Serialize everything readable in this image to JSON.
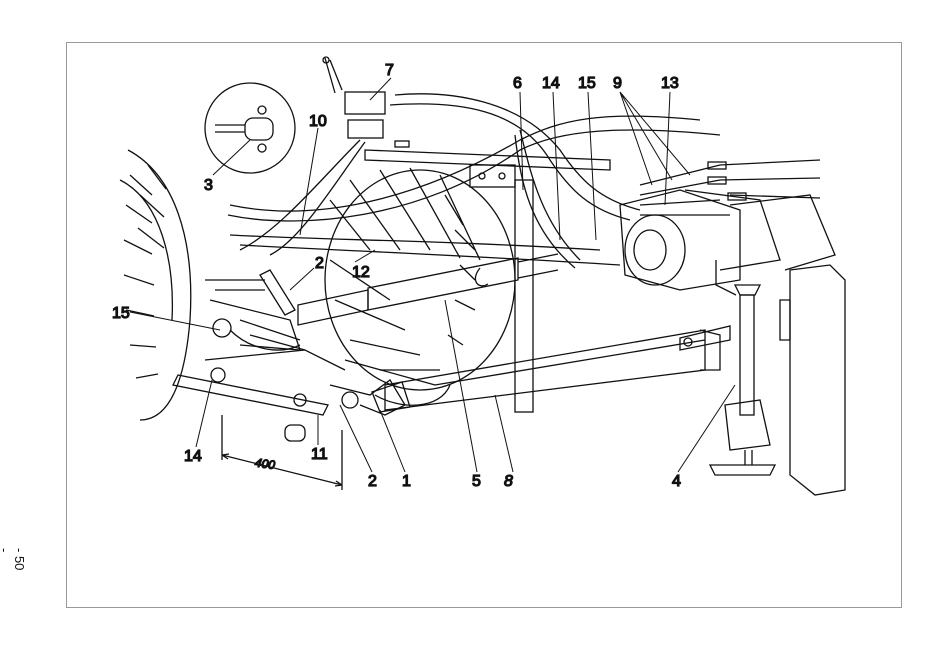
{
  "page": {
    "number_label": "- 50 -"
  },
  "figure": {
    "dimension_label": "400",
    "callouts": [
      {
        "id": "c1",
        "text": "1"
      },
      {
        "id": "c2a",
        "text": "2"
      },
      {
        "id": "c2b",
        "text": "2"
      },
      {
        "id": "c3",
        "text": "3"
      },
      {
        "id": "c4",
        "text": "4"
      },
      {
        "id": "c5",
        "text": "5"
      },
      {
        "id": "c6",
        "text": "6"
      },
      {
        "id": "c7",
        "text": "7"
      },
      {
        "id": "c8",
        "text": "8"
      },
      {
        "id": "c9",
        "text": "9"
      },
      {
        "id": "c10",
        "text": "10"
      },
      {
        "id": "c11",
        "text": "11"
      },
      {
        "id": "c12",
        "text": "12"
      },
      {
        "id": "c13",
        "text": "13"
      },
      {
        "id": "c14a",
        "text": "14"
      },
      {
        "id": "c14b",
        "text": "14"
      },
      {
        "id": "c15a",
        "text": "15"
      },
      {
        "id": "c15b",
        "text": "15"
      }
    ]
  }
}
